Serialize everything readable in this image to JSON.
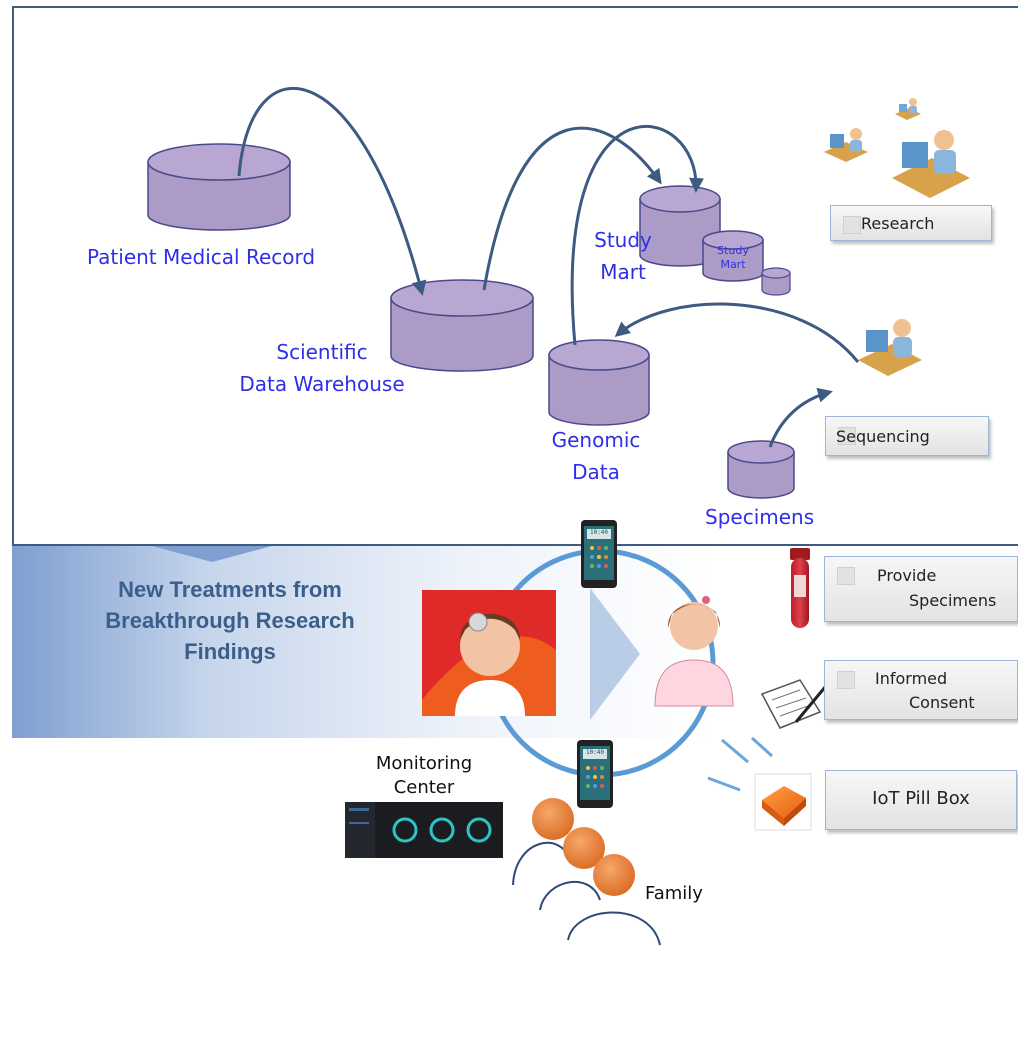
{
  "databases": {
    "patient_record": "Patient Medical Record",
    "scientific_dw_line1": "Scientific",
    "scientific_dw_line2": "Data Warehouse",
    "study_mart_line1": "Study",
    "study_mart_line2": "Mart",
    "small_mart_line1": "Study",
    "small_mart_line2": "Mart",
    "genomic_line1": "Genomic",
    "genomic_line2": "Data",
    "specimens": "Specimens"
  },
  "side_boxes": {
    "research": "Research",
    "sequencing": "Sequencing",
    "provide_specimens_line1": "Provide",
    "provide_specimens_line2": "Specimens",
    "informed_consent_line1": "Informed",
    "informed_consent_line2": "Consent",
    "iot_pill_box": "IoT Pill Box"
  },
  "banner": {
    "line1": "New Treatments from",
    "line2": "Breakthrough Research",
    "line3": "Findings"
  },
  "people": {
    "monitoring_line1": "Monitoring",
    "monitoring_line2": "Center",
    "family": "Family"
  },
  "phone_time": "10:40",
  "colors": {
    "cylinder_fill": "#ab9bc6",
    "cylinder_stroke": "#4a4a8a",
    "arrow": "#3c5a82",
    "label_blue": "#2f2fe8",
    "banner_text": "#3b5f8c",
    "ring": "#5b9bd5",
    "person_orange": "#e8803a"
  }
}
